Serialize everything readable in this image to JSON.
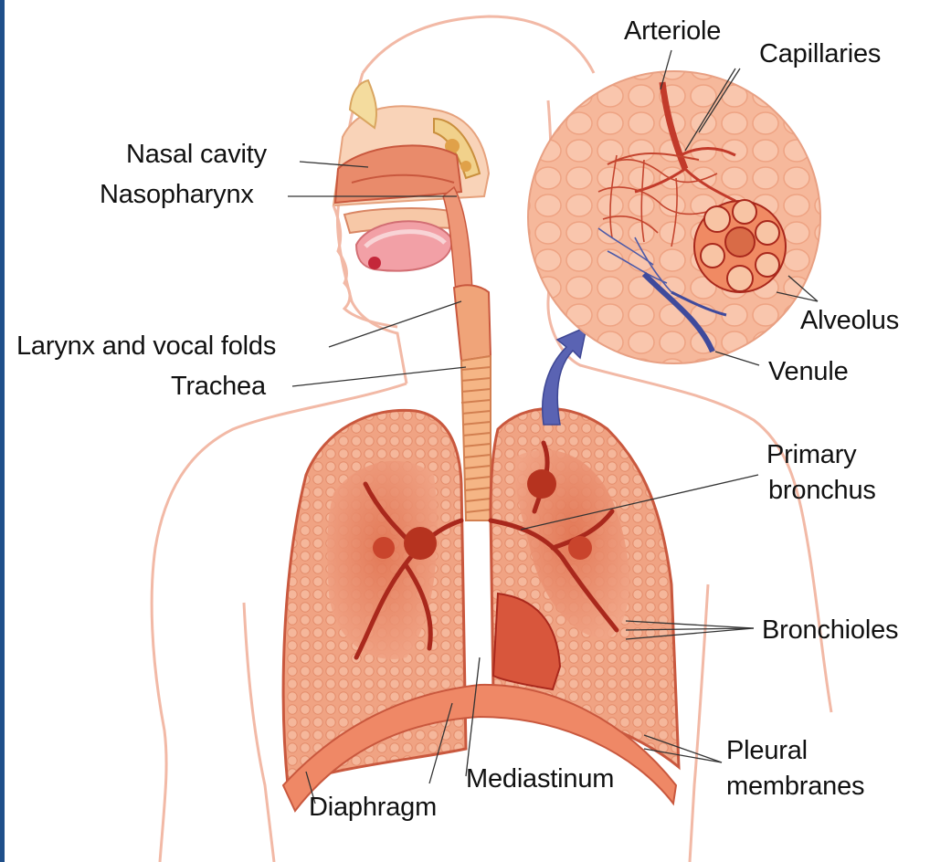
{
  "labels": {
    "nasal_cavity": "Nasal cavity",
    "nasopharynx": "Nasopharynx",
    "larynx": "Larynx and vocal folds",
    "trachea": "Trachea",
    "arteriole": "Arteriole",
    "capillaries": "Capillaries",
    "alveolus": "Alveolus",
    "venule": "Venule",
    "primary_bronchus_line1": "Primary",
    "primary_bronchus_line2": "bronchus",
    "bronchioles": "Bronchioles",
    "pleural_line1": "Pleural",
    "pleural_line2": "membranes",
    "mediastinum": "Mediastinum",
    "diaphragm": "Diaphragm"
  },
  "colors": {
    "body_outline": "#f2b9a6",
    "tissue": "#f4a98c",
    "lung": "#ec8f6e",
    "deep_red": "#c4452f",
    "vein_blue": "#4d5aa8",
    "leader_line": "#333333"
  }
}
